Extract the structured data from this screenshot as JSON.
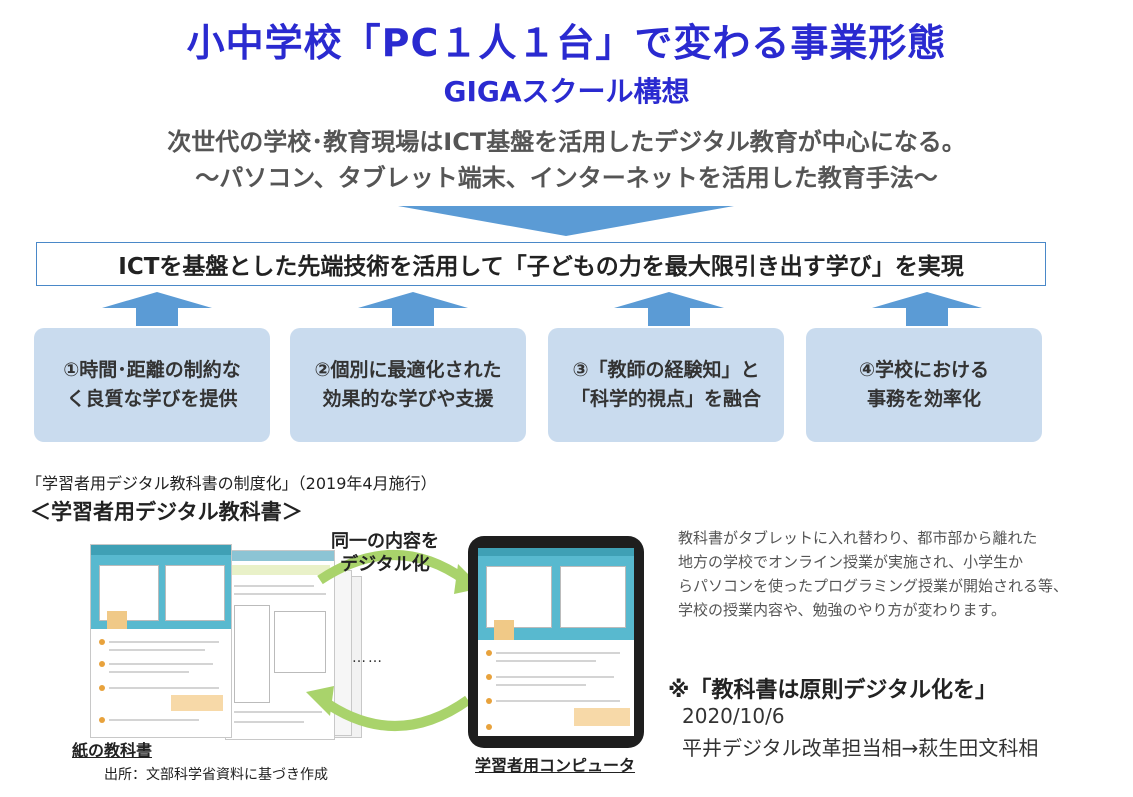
{
  "header": {
    "title": "小中学校「PC１人１台」で変わる事業形態",
    "subtitle": "GIGAスクール構想"
  },
  "lead": {
    "line1": "次世代の学校･教育現場はICT基盤を活用したデジタル教育が中心になる。",
    "line2": "～パソコン、タブレット端末、インターネットを活用した教育手法～"
  },
  "goal": "ICTを基盤とした先端技術を活用して「子どもの力を最大限引き出す学び」を実現",
  "pillars": [
    {
      "line1": "①時間･距離の制約な",
      "line2": "く良質な学びを提供"
    },
    {
      "line1": "②個別に最適化された",
      "line2": "効果的な学びや支援"
    },
    {
      "line1": "③「教師の経験知」と",
      "line2": "「科学的視点」を融合"
    },
    {
      "line1": "④学校における",
      "line2": "事務を効率化"
    }
  ],
  "textbook": {
    "law": "「学習者用デジタル教科書の制度化」（2019年4月施行）",
    "heading": "＜学習者用デジタル教科書＞",
    "same_content_line1": "同一の内容を",
    "same_content_line2": "デジタル化",
    "ellipsis": "……",
    "paper_label": "紙の教科書",
    "computer_label": "学習者用コンピュータ",
    "source": "出所：文部科学省資料に基づき作成"
  },
  "description": {
    "line1": "教科書がタブレットに入れ替わり、都市部から離れた",
    "line2": "地方の学校でオンライン授業が実施され、小学生か",
    "line3": "らパソコンを使ったプログラミング授業が開始される等、",
    "line4": "学校の授業内容や、勉強のやり方が変わります。"
  },
  "note": {
    "title": "※「教科書は原則デジタル化を」",
    "date": "2020/10/6",
    "who": "平井デジタル改革担当相→萩生田文科相"
  },
  "colors": {
    "title": "#2a2ad0",
    "arrow": "#5b9bd5",
    "pillar_bg": "#c9dbee",
    "cycle_arrow": "#a9d36b",
    "teal": "#3fa0b5"
  }
}
